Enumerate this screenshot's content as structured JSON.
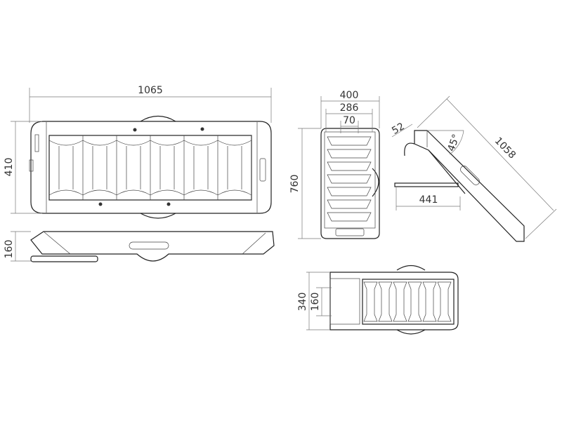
{
  "title": "Pet ramp technical drawing (dimensions in mm)",
  "dimensions": {
    "top_length": "1065",
    "top_width": "410",
    "side_height": "160",
    "front_width": "400",
    "front_inner_width": "286",
    "front_handle_width": "70",
    "front_length": "760",
    "hook_size": "52",
    "angle": "45°",
    "ramp_length": "1058",
    "support_length": "441",
    "folded_width": "340",
    "folded_handle": "160"
  }
}
